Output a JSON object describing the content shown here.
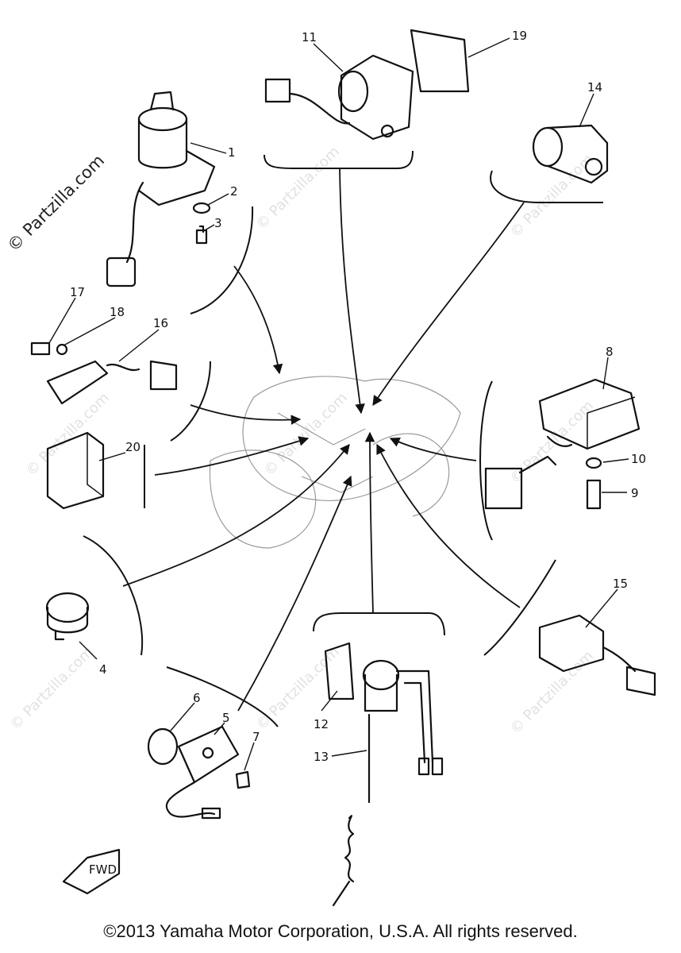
{
  "watermark": {
    "side_text": "© Partzilla.com",
    "repeat_text": "© Partzilla.com"
  },
  "callouts": [
    "1",
    "2",
    "3",
    "4",
    "5",
    "6",
    "7",
    "8",
    "9",
    "10",
    "11",
    "12",
    "13",
    "14",
    "15",
    "16",
    "17",
    "18",
    "19",
    "20"
  ],
  "fwd_label": "FWD",
  "copyright": "©2013 Yamaha Motor Corporation, U.S.A. All rights reserved."
}
